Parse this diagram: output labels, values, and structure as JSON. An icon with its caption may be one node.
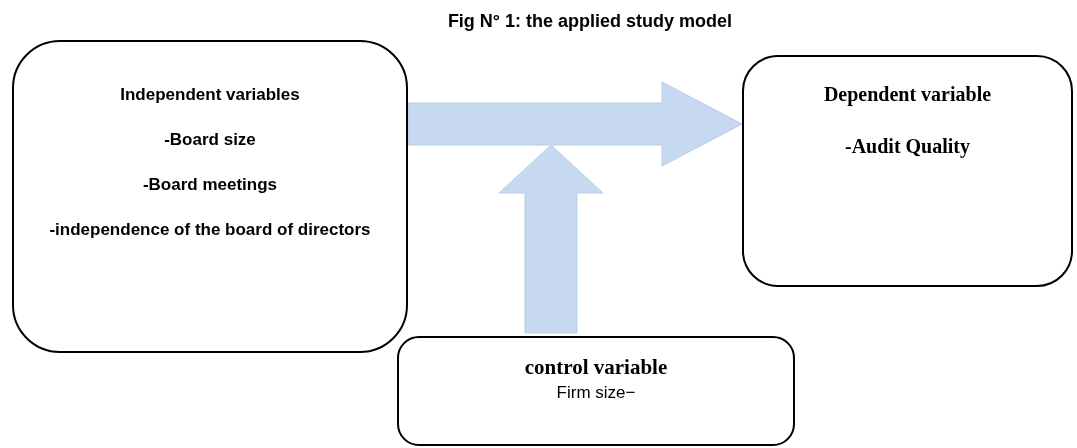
{
  "diagram": {
    "title": "Fig N° 1: the applied study model",
    "nodes": [
      {
        "text": [
          "Independent variables",
          "-Board size",
          "-Board meetings",
          "-independence of the board of directors"
        ]
      },
      {
        "text": [
          "Dependent variable",
          "-Audit Quality"
        ]
      },
      {
        "text": [
          "control variable",
          "Firm size−"
        ]
      }
    ],
    "edges": [
      {
        "from": 0,
        "to": 1,
        "arrow": "to",
        "style": "thick",
        "color": "#c6d9f0"
      },
      {
        "from": 2,
        "to": null,
        "arrow": "to",
        "style": "thick",
        "color": "#c6d9f0"
      }
    ]
  }
}
